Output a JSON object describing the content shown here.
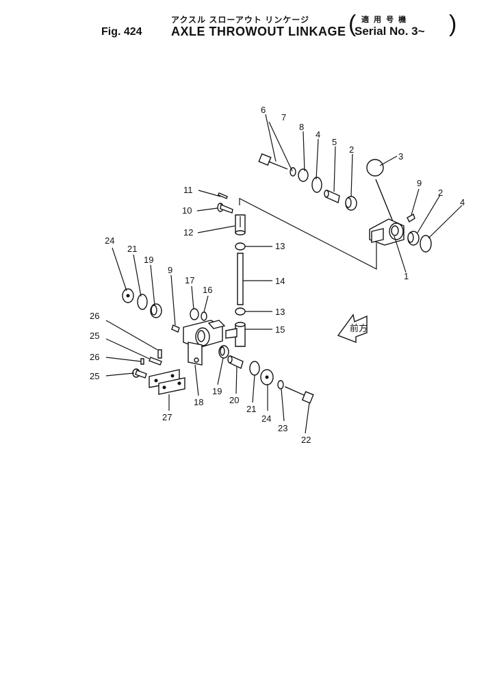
{
  "header": {
    "figure": "Fig. 424",
    "title_jp": "アクスル スローアウト リンケージ",
    "title": "AXLE THROWOUT LINKAGE",
    "paren_open": "(",
    "serial_jp": "適 用 号 機",
    "serial": "Serial No. 3~",
    "paren_close": ")"
  },
  "diagram": {
    "front_label": "前方"
  },
  "callouts": [
    "6",
    "7",
    "8",
    "4",
    "5",
    "2",
    "3",
    "9",
    "2",
    "4",
    "1",
    "11",
    "10",
    "12",
    "13",
    "14",
    "13",
    "15",
    "24",
    "21",
    "19",
    "9",
    "17",
    "16",
    "26",
    "25",
    "26",
    "25",
    "18",
    "19",
    "20",
    "21",
    "24",
    "23",
    "22",
    "27"
  ]
}
